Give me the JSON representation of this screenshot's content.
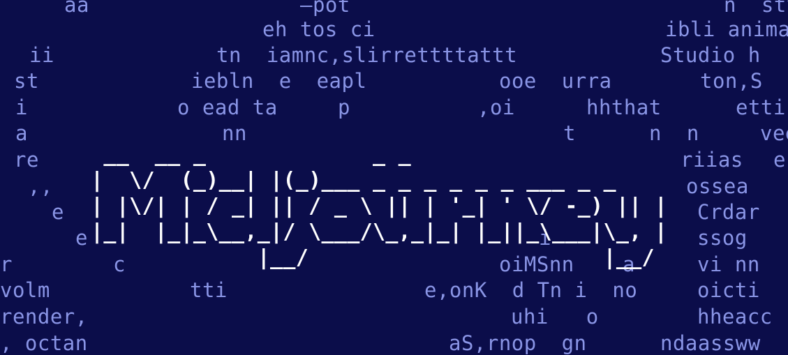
{
  "fragments": [
    "aa",
    "—pot",
    "n  sty",
    "eh tos ci",
    "ibli anima",
    "ii",
    "tn  iamnc,slirrettttattt",
    "Studio h",
    "st",
    "iebln  e  eapl",
    "ooe  urra",
    "ton,S",
    "i",
    "o ead ta",
    "p",
    ",oi",
    "hhthat",
    "etti",
    "a",
    "nn",
    "t",
    "n  n",
    "vee",
    "re",
    "riias",
    "e",
    ",,",
    "ossea",
    "e",
    "Crdar",
    "e",
    "i",
    "ssog",
    "r",
    "c",
    "oiMSnn",
    "a",
    "vi nn",
    "volm",
    "tti",
    "e,onK  d Tn i  no",
    "oicti",
    "render,",
    "uhi   o",
    "hheacc",
    ", octan",
    "aS,rnop  gn",
    "ndaassww"
  ],
  "logo_art": " __  __ _             _ _ \n|  \\/  (_)__| |(_)___ _ _ _ _ _ _ ___ _ _ \n| |\\/| | / _| || / _ \\ || | '_| ' \\/ -_) || |\n|_|  |_|_\\__,_|/ \\___/\\_,_|_| |_||_\\___|\\_, |\n             |__/                       |__/ "
}
